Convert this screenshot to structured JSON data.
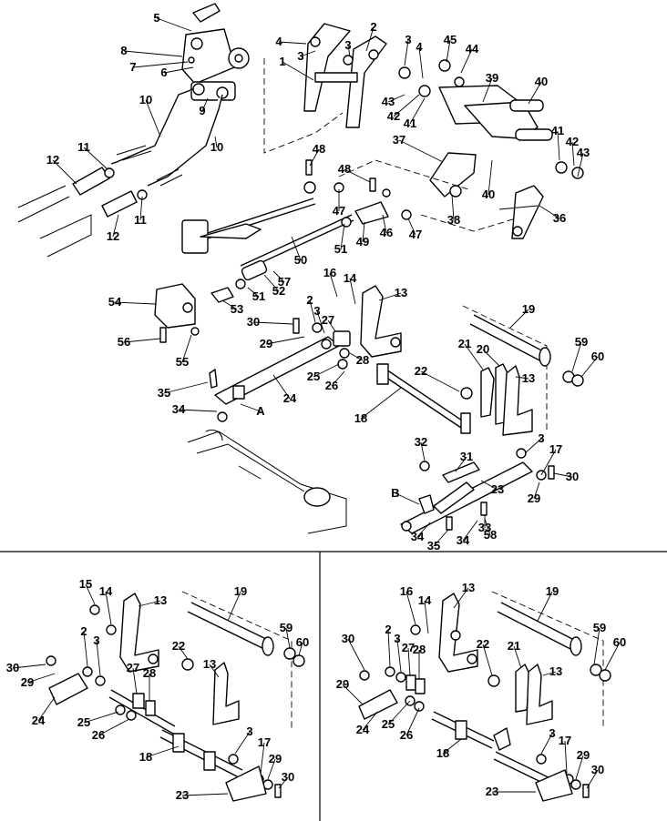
{
  "colors": {
    "line": "#000000",
    "paper": "#ffffff"
  },
  "callouts": [
    "1",
    "2",
    "3",
    "4",
    "5",
    "6",
    "7",
    "8",
    "9",
    "10",
    "11",
    "12",
    "13",
    "14",
    "15",
    "16",
    "17",
    "18",
    "19",
    "20",
    "21",
    "22",
    "23",
    "24",
    "25",
    "26",
    "27",
    "28",
    "29",
    "30",
    "31",
    "32",
    "33",
    "34",
    "35",
    "36",
    "37",
    "38",
    "39",
    "40",
    "41",
    "42",
    "43",
    "44",
    "45",
    "46",
    "47",
    "48",
    "49",
    "50",
    "51",
    "52",
    "53",
    "54",
    "55",
    "56",
    "57",
    "58",
    "59",
    "60"
  ],
  "reference_letters": [
    "A",
    "B"
  ],
  "views": [
    {
      "id": "main-assembly"
    },
    {
      "id": "lower-left-variant"
    },
    {
      "id": "lower-right-variant"
    }
  ]
}
